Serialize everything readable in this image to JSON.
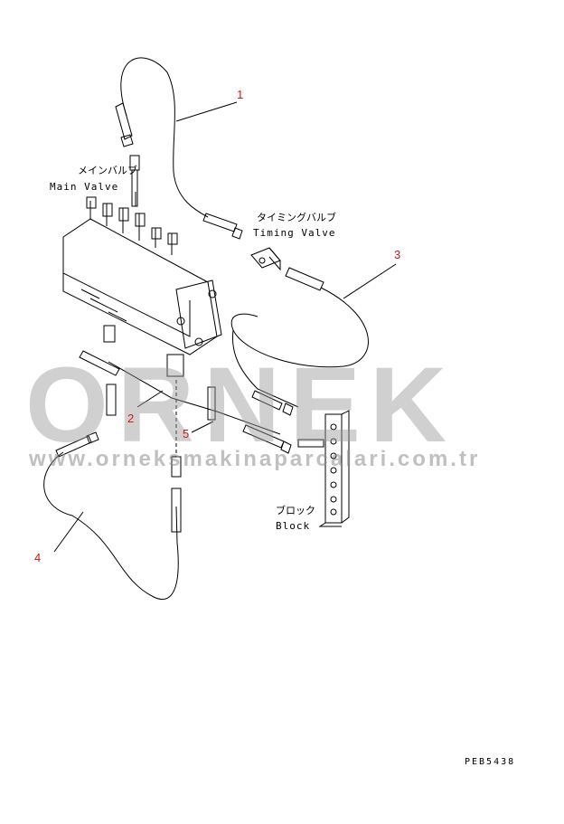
{
  "callouts": {
    "c1": "1",
    "c2": "2",
    "c3": "3",
    "c4": "4",
    "c5": "5"
  },
  "labels": {
    "main_valve_jp": "メインバルブ",
    "main_valve_en": "Main Valve",
    "timing_valve_jp": "タイミングバルブ",
    "timing_valve_en": "Timing Valve",
    "block_jp": "ブロック",
    "block_en": "Block"
  },
  "watermark": {
    "brand": "ORNEK",
    "url": "www.orneksmakinaparcalari.com.tr"
  },
  "drawing_code": "PEB5438",
  "colors": {
    "callout": "#d01818",
    "line": "#000000",
    "watermark": "#969696"
  }
}
